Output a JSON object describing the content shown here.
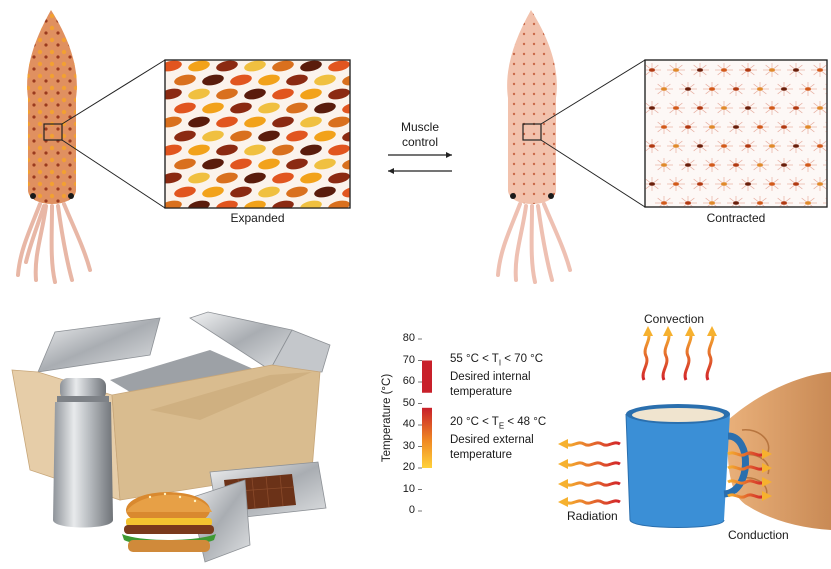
{
  "top": {
    "label_expanded": "Expanded",
    "label_contracted": "Contracted",
    "muscle_line1": "Muscle",
    "muscle_line2": "control"
  },
  "thermo_scale": {
    "axis_label": "Temperature (°C)",
    "ticks": [
      "0",
      "10",
      "20",
      "30",
      "40",
      "50",
      "60",
      "70",
      "80"
    ],
    "internal_range_text": "55 °C < T",
    "internal_sub": "I",
    "internal_range_tail": " < 70 °C",
    "internal_desc1": "Desired internal",
    "internal_desc2": "temperature",
    "external_range_text": "20 °C < T",
    "external_sub": "E",
    "external_range_tail": " < 48 °C",
    "external_desc1": "Desired external",
    "external_desc2": "temperature"
  },
  "mug": {
    "convection": "Convection",
    "radiation": "Radiation",
    "conduction": "Conduction"
  },
  "colors": {
    "hot_red": "#c8202a",
    "warm_orange": "#f08a24",
    "mug_blue": "#3b8fd6",
    "skin": "#d99a63"
  }
}
